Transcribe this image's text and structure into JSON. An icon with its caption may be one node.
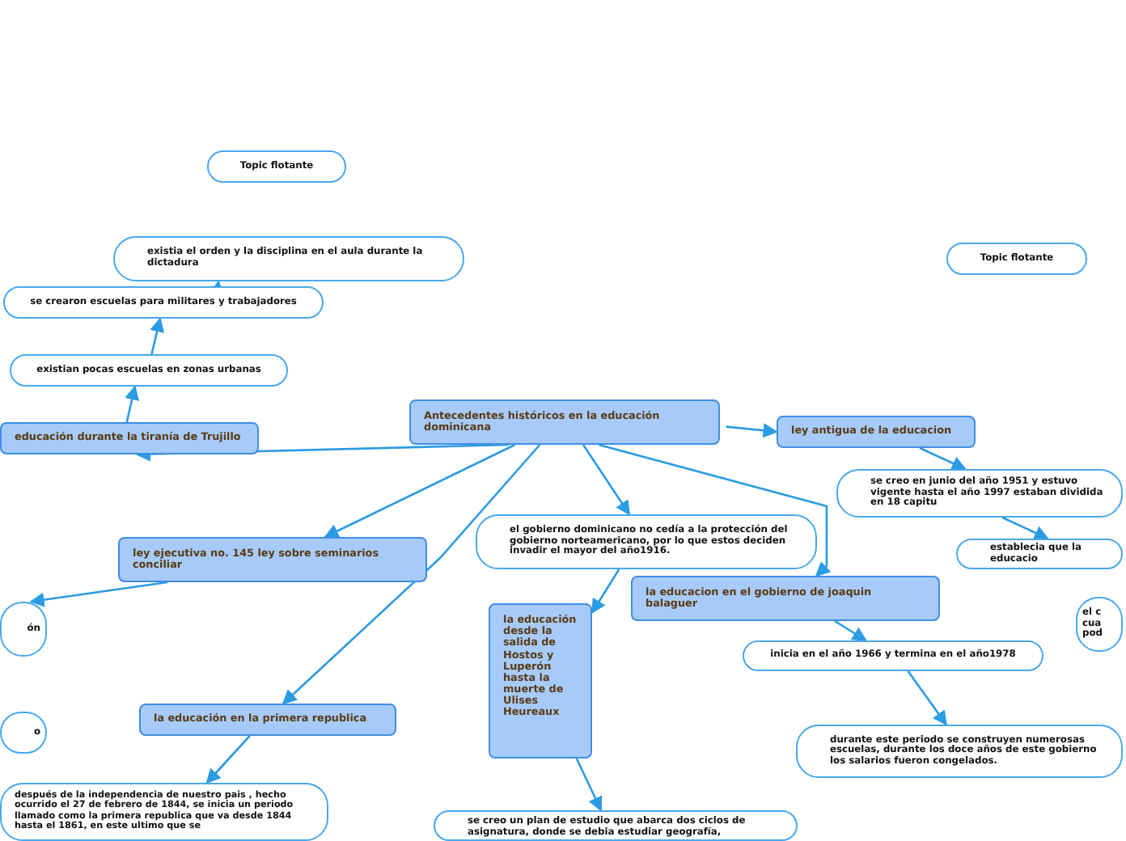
{
  "diagram": {
    "nodes": [
      {
        "text": [
          "Topic flotante"
        ]
      },
      {
        "text": [
          "existia el orden y la disciplina en el aula durante la dictadura"
        ]
      },
      {
        "text": [
          "se crearon escuelas para militares y trabajadores"
        ]
      },
      {
        "text": [
          "existian pocas escuelas en zonas urbanas"
        ]
      },
      {
        "text": [
          "educación durante la tiranía de Trujillo"
        ]
      },
      {
        "text": [
          "Antecedentes históricos en la educación dominicana"
        ]
      },
      {
        "text": [
          "ley antigua de la educacion"
        ]
      },
      {
        "text": [
          "se creo en junio del año 1951 y estuvo vigente hasta el año 1997 estaban dividida en 18 capitu"
        ]
      },
      {
        "text": [
          "Topic flotante"
        ]
      },
      {
        "text": [
          "el gobierno dominicano no cedía a la protección del gobierno norteamericano, por lo que estos deciden invadir el mayor del año1916."
        ]
      },
      {
        "text": [
          "ley ejecutiva no. 145 ley sobre seminarios conciliar"
        ]
      },
      {
        "text": [
          "ón"
        ]
      },
      {
        "text": [
          "establecia que la educacio"
        ]
      },
      {
        "text": [
          "la educacion en el gobierno de joaquin balaguer"
        ]
      },
      {
        "text": [
          "la educación desde la salida de Hostos y Luperón hasta la muerte de Ulises Heureaux"
        ]
      },
      {
        "text": [
          "el c cua pod"
        ]
      },
      {
        "text": [
          "o"
        ]
      },
      {
        "text": [
          "la educación en la primera republica"
        ]
      },
      {
        "text": [
          "inicia en el año 1966 y termina en el año1978"
        ]
      },
      {
        "text": [
          "durante este periodo se construyen numerosas escuelas, durante los doce años de este gobierno los salarios fueron congelados."
        ]
      },
      {
        "text": [
          "después de la independencia de nuestro pais , hecho ocurrido el 27 de febrero de 1844, se inicia un periodo llamado como la primera republica que va desde 1844 hasta el 1861, en este ultimo que se"
        ]
      },
      {
        "text": [
          "se creo un plan de estudio que abarca dos ciclos de asignatura, donde se debia estudiar geografía,"
        ]
      }
    ],
    "edges": [
      {
        "from": 2,
        "to": 1,
        "arrow": "to"
      },
      {
        "from": 3,
        "to": 2,
        "arrow": "to"
      },
      {
        "from": 4,
        "to": 3,
        "arrow": "to"
      },
      {
        "from": 5,
        "to": 4,
        "arrow": "to"
      },
      {
        "from": 5,
        "to": 10,
        "arrow": "to"
      },
      {
        "from": 5,
        "to": 17,
        "arrow": "to"
      },
      {
        "from": 5,
        "to": 9,
        "arrow": "to"
      },
      {
        "from": 5,
        "to": 13,
        "arrow": "to"
      },
      {
        "from": 5,
        "to": 6,
        "arrow": "to"
      },
      {
        "from": 6,
        "to": 7,
        "arrow": "to"
      },
      {
        "from": 7,
        "to": 12,
        "arrow": "to"
      },
      {
        "from": 10,
        "to": 11,
        "arrow": "to"
      },
      {
        "from": 9,
        "to": 14,
        "arrow": "to"
      },
      {
        "from": 13,
        "to": 18,
        "arrow": "to"
      },
      {
        "from": 18,
        "to": 19,
        "arrow": "to"
      },
      {
        "from": 14,
        "to": 21,
        "arrow": "to"
      },
      {
        "from": 17,
        "to": 20,
        "arrow": "to"
      }
    ]
  }
}
